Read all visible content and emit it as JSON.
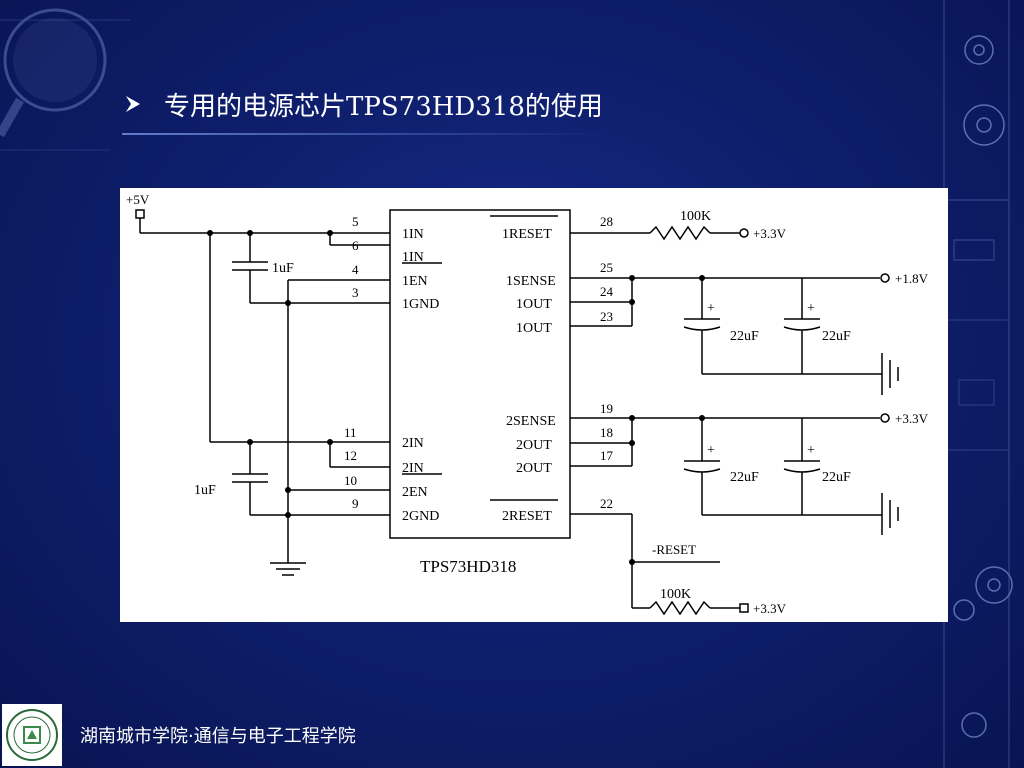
{
  "slide": {
    "title": "专用的电源芯片TPS73HD318的使用",
    "footer": "湖南城市学院·通信与电子工程学院"
  },
  "colors": {
    "background": "#0f1f6e",
    "text": "#ffffff",
    "figure_bg": "#ffffff"
  },
  "icons": {
    "bullet": "arrow-bullet-icon",
    "logo": "university-logo-icon"
  },
  "schematic": {
    "chip_name": "TPS73HD318",
    "supply_in": "+5V",
    "left_pins": [
      {
        "num": "5",
        "name": "1IN"
      },
      {
        "num": "6",
        "name": "1IN"
      },
      {
        "num": "4",
        "name": "1EN"
      },
      {
        "num": "3",
        "name": "1GND"
      },
      {
        "num": "11",
        "name": "2IN"
      },
      {
        "num": "12",
        "name": "2IN"
      },
      {
        "num": "10",
        "name": "2EN"
      },
      {
        "num": "9",
        "name": "2GND"
      }
    ],
    "right_pins": [
      {
        "num": "28",
        "name": "1RESET"
      },
      {
        "num": "25",
        "name": "1SENSE"
      },
      {
        "num": "24",
        "name": "1OUT"
      },
      {
        "num": "23",
        "name": "1OUT"
      },
      {
        "num": "19",
        "name": "2SENSE"
      },
      {
        "num": "18",
        "name": "2OUT"
      },
      {
        "num": "17",
        "name": "2OUT"
      },
      {
        "num": "22",
        "name": "2RESET"
      }
    ],
    "cap_1uF_top": "1uF",
    "cap_1uF_bottom": "1uF",
    "caps_22uF": [
      "22uF",
      "22uF",
      "22uF",
      "22uF"
    ],
    "plus_sign": "+",
    "resistor_top": "100K",
    "resistor_bottom": "100K",
    "out_reset1": "+3.3V",
    "out_18": "+1.8V",
    "out_33": "+3.3V",
    "out_reset2": "+3.3V",
    "reset_label": "-RESET"
  }
}
